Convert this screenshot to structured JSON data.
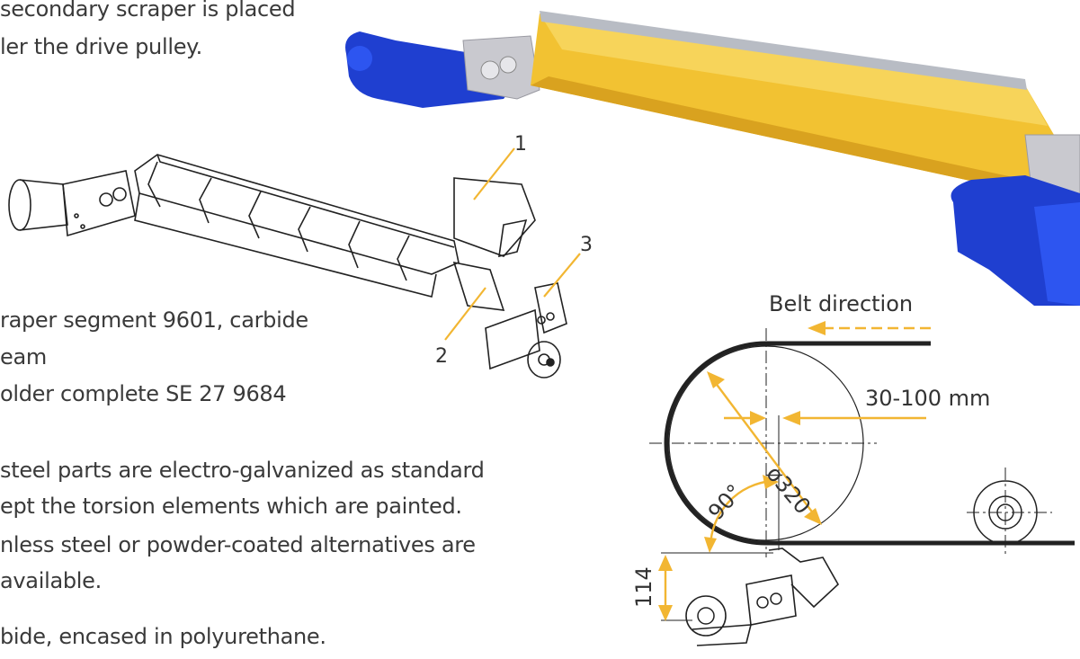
{
  "intro": {
    "line1": "secondary scraper is placed",
    "line2": "ler the drive pulley."
  },
  "legend": {
    "line1": "raper segment 9601, carbide",
    "line2": "eam",
    "line3": "older complete SE 27 9684"
  },
  "finish": {
    "line1": "steel parts are electro-galvanized as standard",
    "line2": "ept the torsion elements which are painted.",
    "line3": "nless steel or powder-coated alternatives are",
    "line4": "available."
  },
  "material": {
    "line1": "bide, encased in polyurethane."
  },
  "callouts": {
    "c1": "1",
    "c2": "2",
    "c3": "3"
  },
  "diagram": {
    "belt_direction": "Belt direction",
    "distance": "30-100 mm",
    "diameter": "ø320",
    "angle": "90°",
    "height": "114"
  },
  "colors": {
    "yellow": "#f2c232",
    "blue": "#1f3fd0",
    "text": "#3a3a3a"
  }
}
